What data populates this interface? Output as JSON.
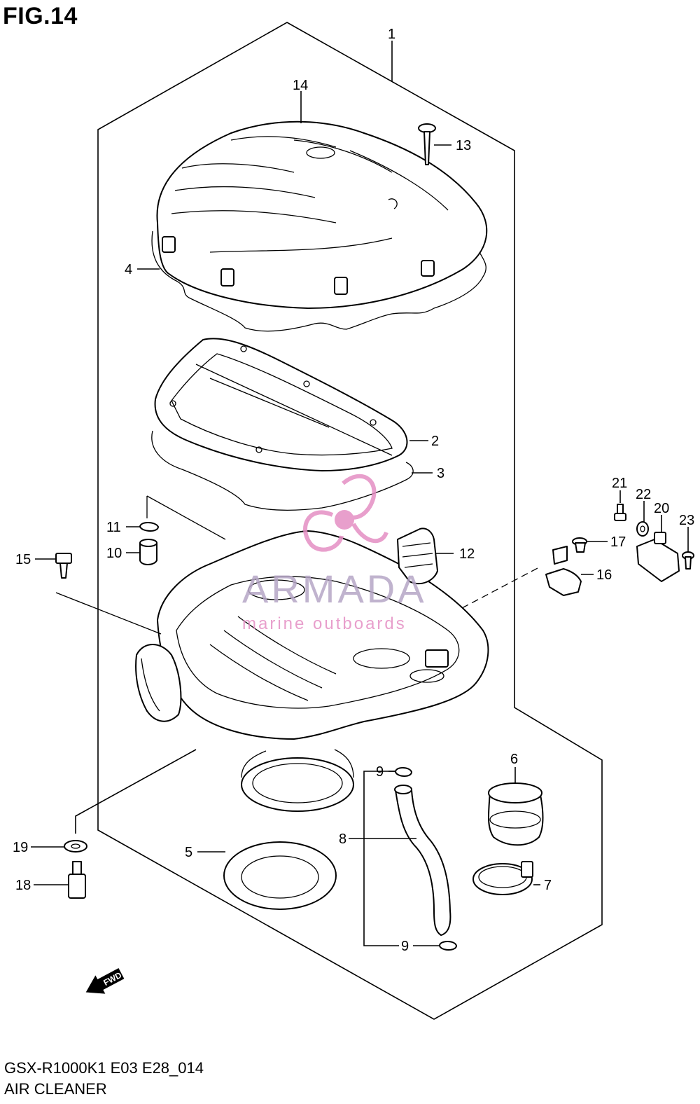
{
  "figure": {
    "title": "FIG.14",
    "model_code": "GSX-R1000K1 E03 E28_014",
    "name": "AIR CLEANER"
  },
  "watermark": {
    "brand": "ARMADA",
    "tagline": "marine outboards",
    "logo": "armada-propeller-logo",
    "color_primary": "#e58fc4",
    "color_text": "#b6a6c6"
  },
  "fwd_marker": "FWD",
  "callouts": [
    {
      "id": "c1",
      "label": "1"
    },
    {
      "id": "c2",
      "label": "2"
    },
    {
      "id": "c3",
      "label": "3"
    },
    {
      "id": "c4",
      "label": "4"
    },
    {
      "id": "c5",
      "label": "5"
    },
    {
      "id": "c6",
      "label": "6"
    },
    {
      "id": "c7",
      "label": "7"
    },
    {
      "id": "c8",
      "label": "8"
    },
    {
      "id": "c9a",
      "label": "9"
    },
    {
      "id": "c9b",
      "label": "9"
    },
    {
      "id": "c10",
      "label": "10"
    },
    {
      "id": "c11",
      "label": "11"
    },
    {
      "id": "c12",
      "label": "12"
    },
    {
      "id": "c13",
      "label": "13"
    },
    {
      "id": "c14",
      "label": "14"
    },
    {
      "id": "c15",
      "label": "15"
    },
    {
      "id": "c16",
      "label": "16"
    },
    {
      "id": "c17",
      "label": "17"
    },
    {
      "id": "c18",
      "label": "18"
    },
    {
      "id": "c19",
      "label": "19"
    },
    {
      "id": "c20",
      "label": "20"
    },
    {
      "id": "c21",
      "label": "21"
    },
    {
      "id": "c22",
      "label": "22"
    },
    {
      "id": "c23",
      "label": "23"
    }
  ]
}
